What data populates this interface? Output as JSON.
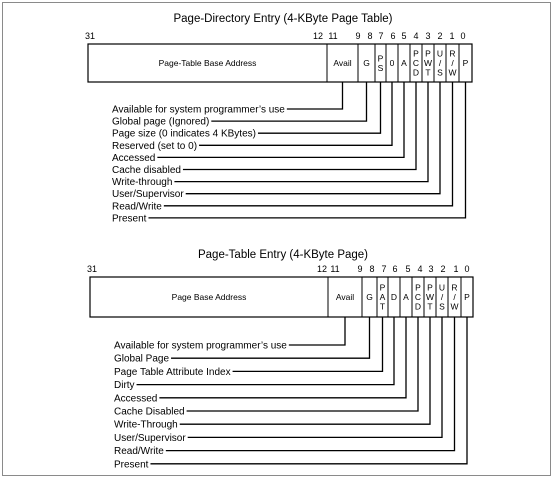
{
  "colors": {
    "ink": "#000000",
    "background": "#ffffff",
    "frame": "#8a8a8a"
  },
  "tables": [
    {
      "title": "Page-Directory Entry (4-KByte Page Table)",
      "bits": [
        "31",
        "12",
        "11",
        "9",
        "8",
        "7",
        "6",
        "5",
        "4",
        "3",
        "2",
        "1",
        "0"
      ],
      "fields": [
        {
          "lines": [
            "Page-Table Base Address"
          ]
        },
        {
          "lines": [
            "Avail"
          ]
        },
        {
          "lines": [
            "G"
          ]
        },
        {
          "lines": [
            "P",
            "S"
          ]
        },
        {
          "lines": [
            "0"
          ]
        },
        {
          "lines": [
            "A"
          ]
        },
        {
          "lines": [
            "P",
            "C",
            "D"
          ]
        },
        {
          "lines": [
            "P",
            "W",
            "T"
          ]
        },
        {
          "lines": [
            "U",
            "/",
            "S"
          ]
        },
        {
          "lines": [
            "R",
            "/",
            "W"
          ]
        },
        {
          "lines": [
            "P"
          ]
        }
      ],
      "labels": [
        "Available for system programmer’s use",
        "Global page (Ignored)",
        "Page size (0 indicates 4 KBytes)",
        "Reserved (set to 0)",
        "Accessed",
        "Cache disabled",
        "Write-through",
        "User/Supervisor",
        "Read/Write",
        "Present"
      ]
    },
    {
      "title": "Page-Table Entry (4-KByte Page)",
      "bits": [
        "31",
        "12",
        "11",
        "9",
        "8",
        "7",
        "6",
        "5",
        "4",
        "3",
        "2",
        "1",
        "0"
      ],
      "fields": [
        {
          "lines": [
            "Page Base Address"
          ]
        },
        {
          "lines": [
            "Avail"
          ]
        },
        {
          "lines": [
            "G"
          ]
        },
        {
          "lines": [
            "P",
            "A",
            "T"
          ]
        },
        {
          "lines": [
            "D"
          ]
        },
        {
          "lines": [
            "A"
          ]
        },
        {
          "lines": [
            "P",
            "C",
            "D"
          ]
        },
        {
          "lines": [
            "P",
            "W",
            "T"
          ]
        },
        {
          "lines": [
            "U",
            "/",
            "S"
          ]
        },
        {
          "lines": [
            "R",
            "/",
            "W"
          ]
        },
        {
          "lines": [
            "P"
          ]
        }
      ],
      "labels": [
        "Available for system programmer’s use",
        "Global Page",
        "Page Table Attribute Index",
        "Dirty",
        "Accessed",
        "Cache Disabled",
        "Write-Through",
        "User/Supervisor",
        "Read/Write",
        "Present"
      ]
    }
  ]
}
